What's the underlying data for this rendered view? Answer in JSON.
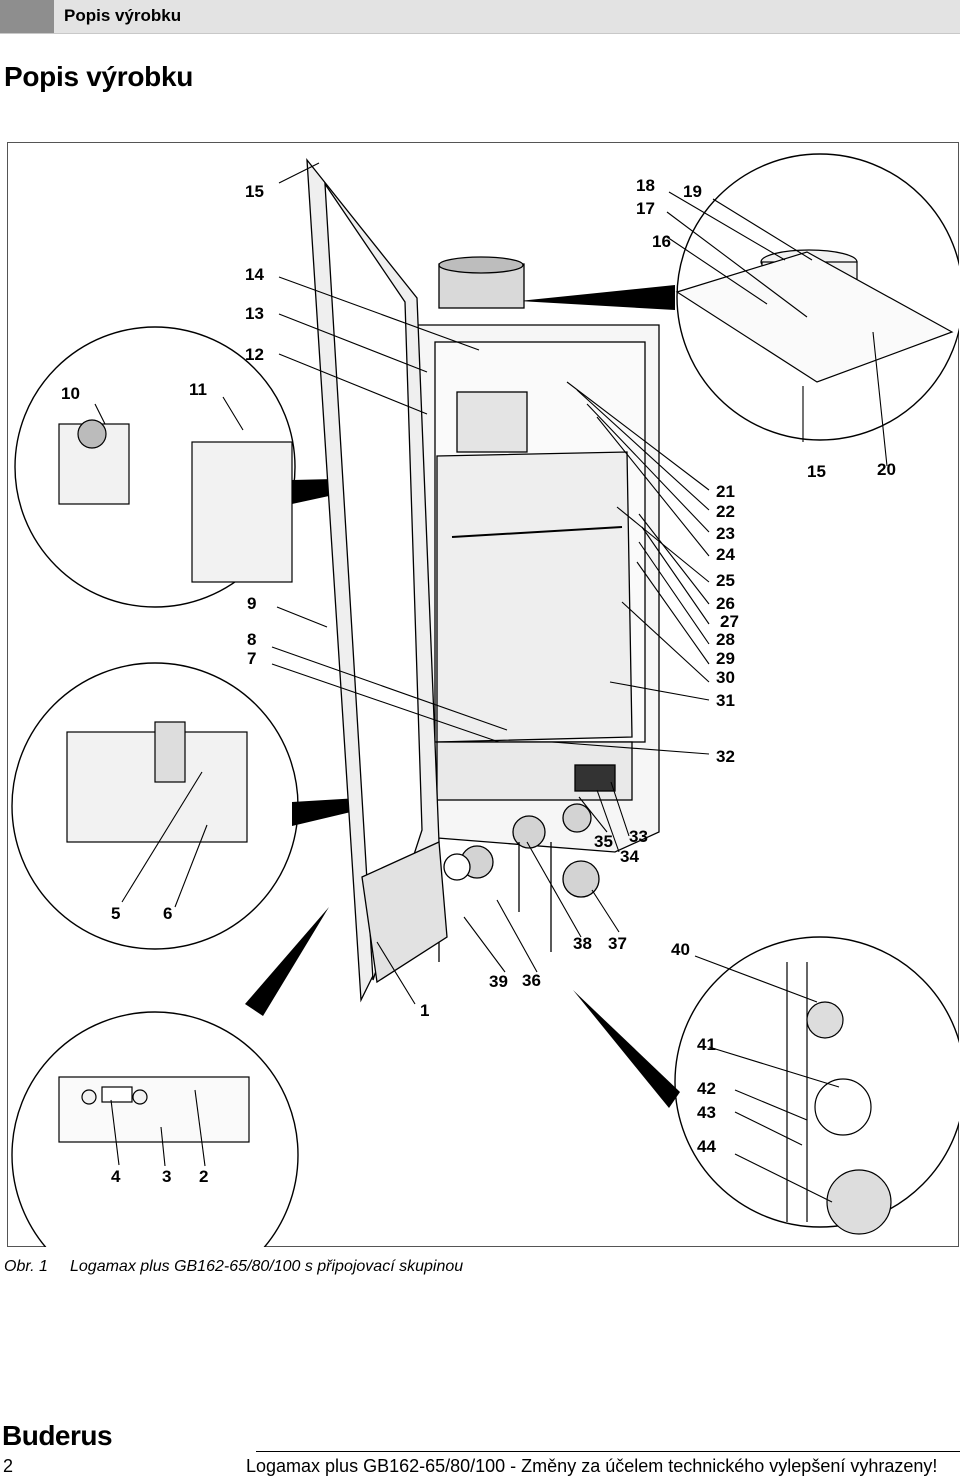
{
  "header": {
    "section_title": "Popis výrobku"
  },
  "page": {
    "title": "Popis výrobku",
    "number": "2"
  },
  "figure": {
    "callouts": [
      "1",
      "2",
      "3",
      "4",
      "5",
      "6",
      "7",
      "8",
      "9",
      "10",
      "11",
      "12",
      "13",
      "14",
      "15",
      "15",
      "16",
      "17",
      "18",
      "19",
      "20",
      "21",
      "22",
      "23",
      "24",
      "25",
      "26",
      "27",
      "28",
      "29",
      "30",
      "31",
      "32",
      "33",
      "34",
      "35",
      "36",
      "37",
      "38",
      "39",
      "40",
      "41",
      "42",
      "43",
      "44"
    ],
    "caption_number": "Obr. 1",
    "caption_text": "Logamax plus GB162-65/80/100 s připojovací skupinou"
  },
  "footer": {
    "brand": "Buderus",
    "text": "Logamax plus GB162-65/80/100 - Změny za účelem technického vylepšení vyhrazeny!"
  },
  "colors": {
    "header_bar": "#e3e3e3",
    "header_block": "#8e8e8e",
    "line_art": "#000000"
  }
}
